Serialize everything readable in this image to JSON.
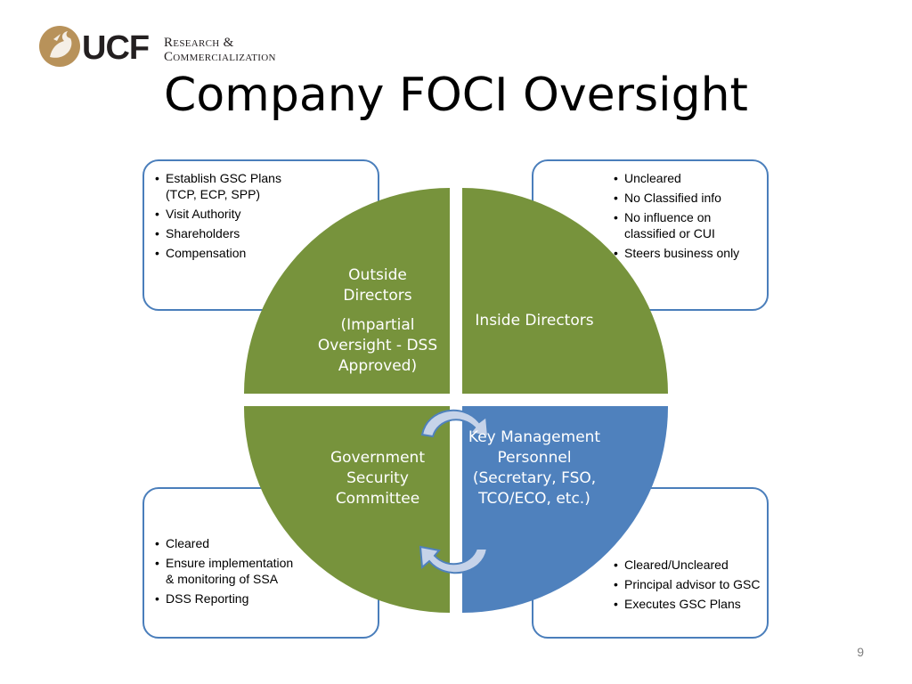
{
  "slide": {
    "title": "Company FOCI Oversight",
    "page_number": "9"
  },
  "logo": {
    "mark": "UCF",
    "line1": "Research &",
    "line2": "Commercialization"
  },
  "colors": {
    "green": "#77933c",
    "blue": "#4f81bd",
    "box_border": "#4a7ebb",
    "arrow_fill": "#c6d3e9"
  },
  "quadrants": {
    "top_left": {
      "label": "Outside Directors",
      "sublabel": "(Impartial Oversight - DSS Approved)"
    },
    "top_right": {
      "label": "Inside Directors"
    },
    "bottom_left": {
      "label": "Government Security Committee"
    },
    "bottom_right": {
      "label": "Key Management Personnel (Secretary, FSO, TCO/ECO, etc.)"
    }
  },
  "boxes": {
    "top_left": {
      "items": [
        "Establish GSC Plans (TCP, ECP, SPP)",
        "Visit Authority",
        "Shareholders",
        "Compensation"
      ]
    },
    "top_right": {
      "items": [
        "Uncleared",
        "No Classified info",
        "No influence on classified or CUI",
        "Steers business only"
      ]
    },
    "bottom_left": {
      "items": [
        "Cleared",
        "Ensure implementation & monitoring of SSA",
        "DSS Reporting"
      ]
    },
    "bottom_right": {
      "items": [
        "Cleared/Uncleared",
        "Principal advisor to GSC",
        "Executes GSC Plans"
      ]
    }
  }
}
